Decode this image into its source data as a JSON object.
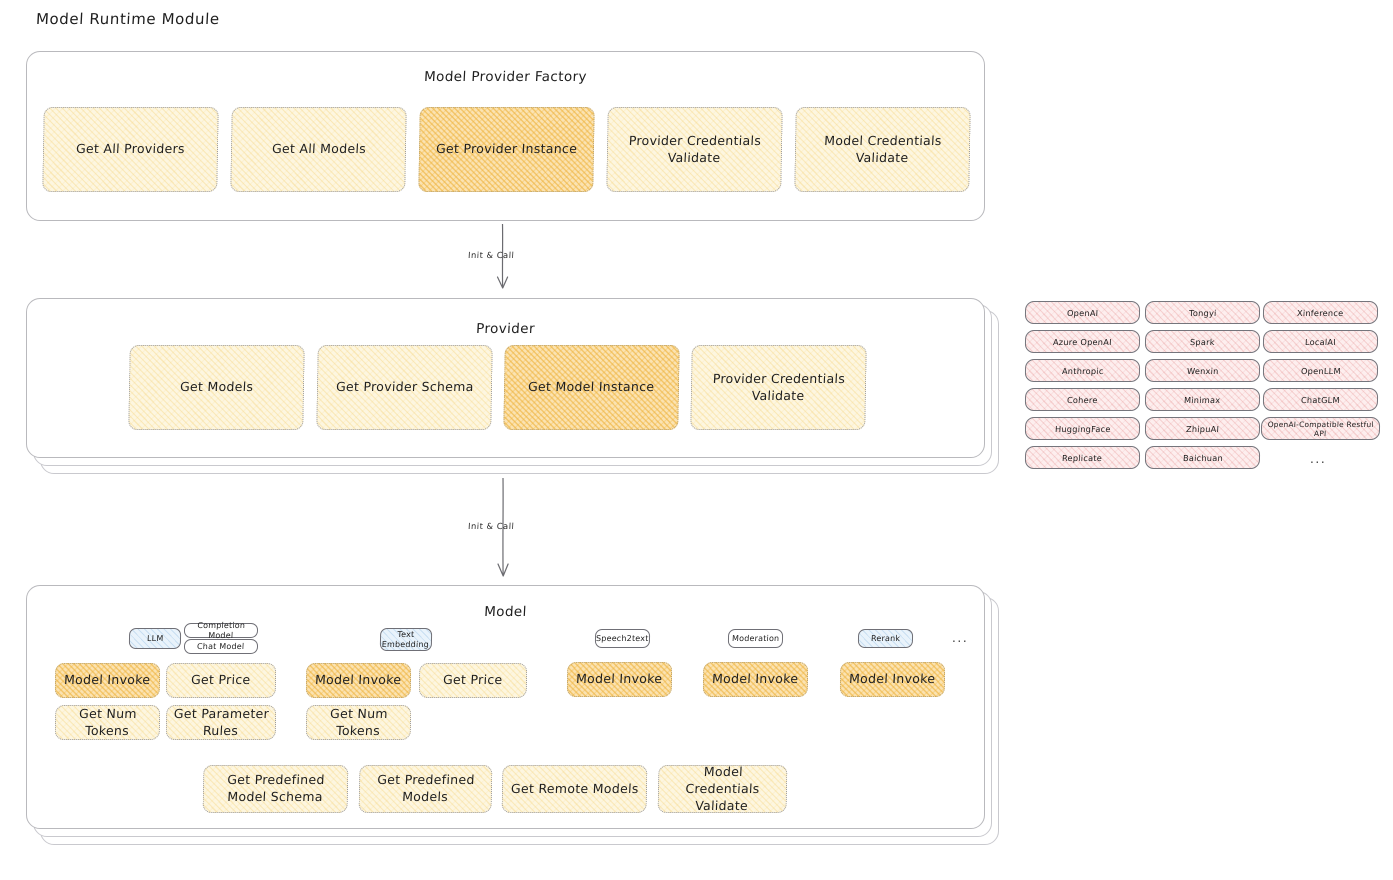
{
  "page": {
    "title": "Model Runtime Module"
  },
  "sections": {
    "factory": {
      "title": "Model Provider Factory",
      "boxes": [
        {
          "label": "Get All Providers",
          "highlighted": false
        },
        {
          "label": "Get All Models",
          "highlighted": false
        },
        {
          "label": "Get Provider Instance",
          "highlighted": true
        },
        {
          "label": "Provider Credentials Validate",
          "highlighted": false
        },
        {
          "label": "Model Credentials Validate",
          "highlighted": false
        }
      ]
    },
    "provider": {
      "title": "Provider",
      "boxes": [
        {
          "label": "Get Models",
          "highlighted": false
        },
        {
          "label": "Get Provider Schema",
          "highlighted": false
        },
        {
          "label": "Get Model Instance",
          "highlighted": true
        },
        {
          "label": "Provider Credentials Validate",
          "highlighted": false
        }
      ]
    },
    "model": {
      "title": "Model",
      "ellipsis": "...",
      "groups": [
        {
          "type_chip": "LLM",
          "sub_chips": [
            "Completion Model",
            "Chat Model"
          ],
          "methods": [
            {
              "label": "Model Invoke",
              "highlighted": true
            },
            {
              "label": "Get Price",
              "highlighted": false
            },
            {
              "label": "Get Num Tokens",
              "highlighted": false
            },
            {
              "label": "Get Parameter Rules",
              "highlighted": false
            }
          ]
        },
        {
          "type_chip": "Text Embedding",
          "sub_chips": [],
          "methods": [
            {
              "label": "Model Invoke",
              "highlighted": true
            },
            {
              "label": "Get Price",
              "highlighted": false
            },
            {
              "label": "Get Num Tokens",
              "highlighted": false
            }
          ]
        },
        {
          "type_chip": "Speech2text",
          "sub_chips": [],
          "methods": [
            {
              "label": "Model Invoke",
              "highlighted": true
            }
          ]
        },
        {
          "type_chip": "Moderation",
          "sub_chips": [],
          "methods": [
            {
              "label": "Model Invoke",
              "highlighted": true
            }
          ]
        },
        {
          "type_chip": "Rerank",
          "sub_chips": [],
          "methods": [
            {
              "label": "Model Invoke",
              "highlighted": true
            }
          ]
        }
      ],
      "shared_methods": [
        "Get Predefined Model Schema",
        "Get Predefined Models",
        "Get Remote Models",
        "Model Credentials Validate"
      ]
    }
  },
  "arrows": [
    {
      "label": "Init & Call"
    },
    {
      "label": "Init & Call"
    }
  ],
  "provider_list": {
    "ellipsis": "...",
    "columns": [
      [
        "OpenAI",
        "Azure OpenAI",
        "Anthropic",
        "Cohere",
        "HuggingFace",
        "Replicate"
      ],
      [
        "Tongyi",
        "Spark",
        "Wenxin",
        "Minimax",
        "ZhipuAI",
        "Baichuan"
      ],
      [
        "Xinference",
        "LocalAI",
        "OpenLLM",
        "ChatGLM",
        "OpenAI-Compatible Restful API"
      ]
    ]
  },
  "colors": {
    "highlight_fill": "#fbe3b2",
    "normal_fill": "#fdf6e0",
    "provider_chip_fill": "#fdeeee",
    "type_chip_fill": "#e9f3fb",
    "stroke": "#b9b9bd",
    "text": "#1e1e1e"
  }
}
